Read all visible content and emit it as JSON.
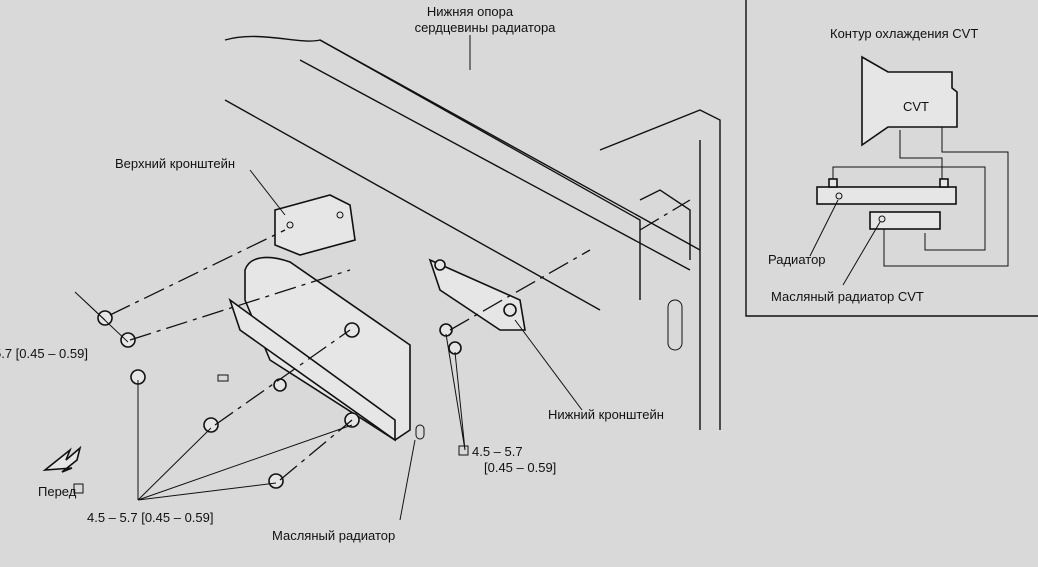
{
  "labels": {
    "radiator_core_lower_support_line1": "Нижняя опора",
    "radiator_core_lower_support_line2": "сердцевины радиатора",
    "upper_bracket": "Верхний кронштейн",
    "lower_bracket": "Нижний кронштейн",
    "oil_cooler": "Масляный радиатор",
    "front": "Перед",
    "torque_left_cut": "5.7 [0.45 – 0.59]",
    "torque_center_line1": "4.5 – 5.7",
    "torque_center_line2": "[0.45 – 0.59]",
    "torque_bottom": "4.5 – 5.7 [0.45 – 0.59]"
  },
  "inset": {
    "title": "Контур охлаждения CVT",
    "cvt": "CVT",
    "radiator": "Радиатор",
    "cvt_oil_cooler": "Масляный радиатор CVT"
  }
}
